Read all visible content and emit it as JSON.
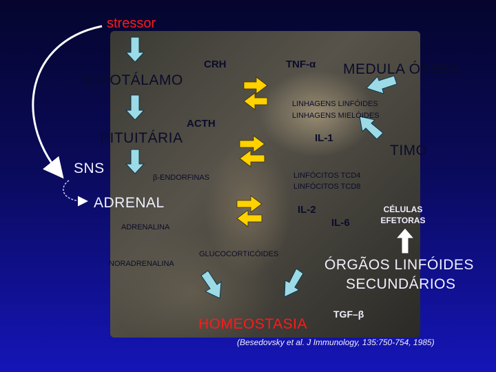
{
  "title": "stressor",
  "hypothalamus": "HIPOTÁLAMO",
  "crh": "CRH",
  "tnf": "TNF-α",
  "medula": "MEDULA ÓSSEA",
  "lineages_lymphoid": "LINHAGENS LINFÓIDES",
  "lineages_myeloid": "LINHAGENS MIELÓIDES",
  "acth": "ACTH",
  "pituitary": "PITUITÁRIA",
  "il1": "IL-1",
  "timo": "TIMO",
  "sns": "SNS",
  "endorphins": "β-ENDORFINAS",
  "cd4": "LINFÓCITOS TCD4",
  "cd8": "LINFÓCITOS TCD8",
  "adrenal": "ADRENAL",
  "il2": "IL-2",
  "il6": "IL-6",
  "effector_cells_1": "CÉLULAS",
  "effector_cells_2": "EFETORAS",
  "adrenaline": "ADRENALINA",
  "noradrenaline": "NORADRENALINA",
  "glucocorticoids": "GLUCOCORTICÓIDES",
  "organs_1": "ÓRGÃOS LINFÓIDES",
  "organs_2": "SECUNDÁRIOS",
  "tgf": "TGF–β",
  "homeostasis": "HOMEOSTASIA",
  "citation": "(Besedovsky et al. J Immunology, 135:750-754, 1985)",
  "colors": {
    "arrow_yellow": "#ffd200",
    "arrow_cyan": "#9cdbe6",
    "text_red": "#ff1a1a",
    "text_dark": "#0b0b2a"
  }
}
